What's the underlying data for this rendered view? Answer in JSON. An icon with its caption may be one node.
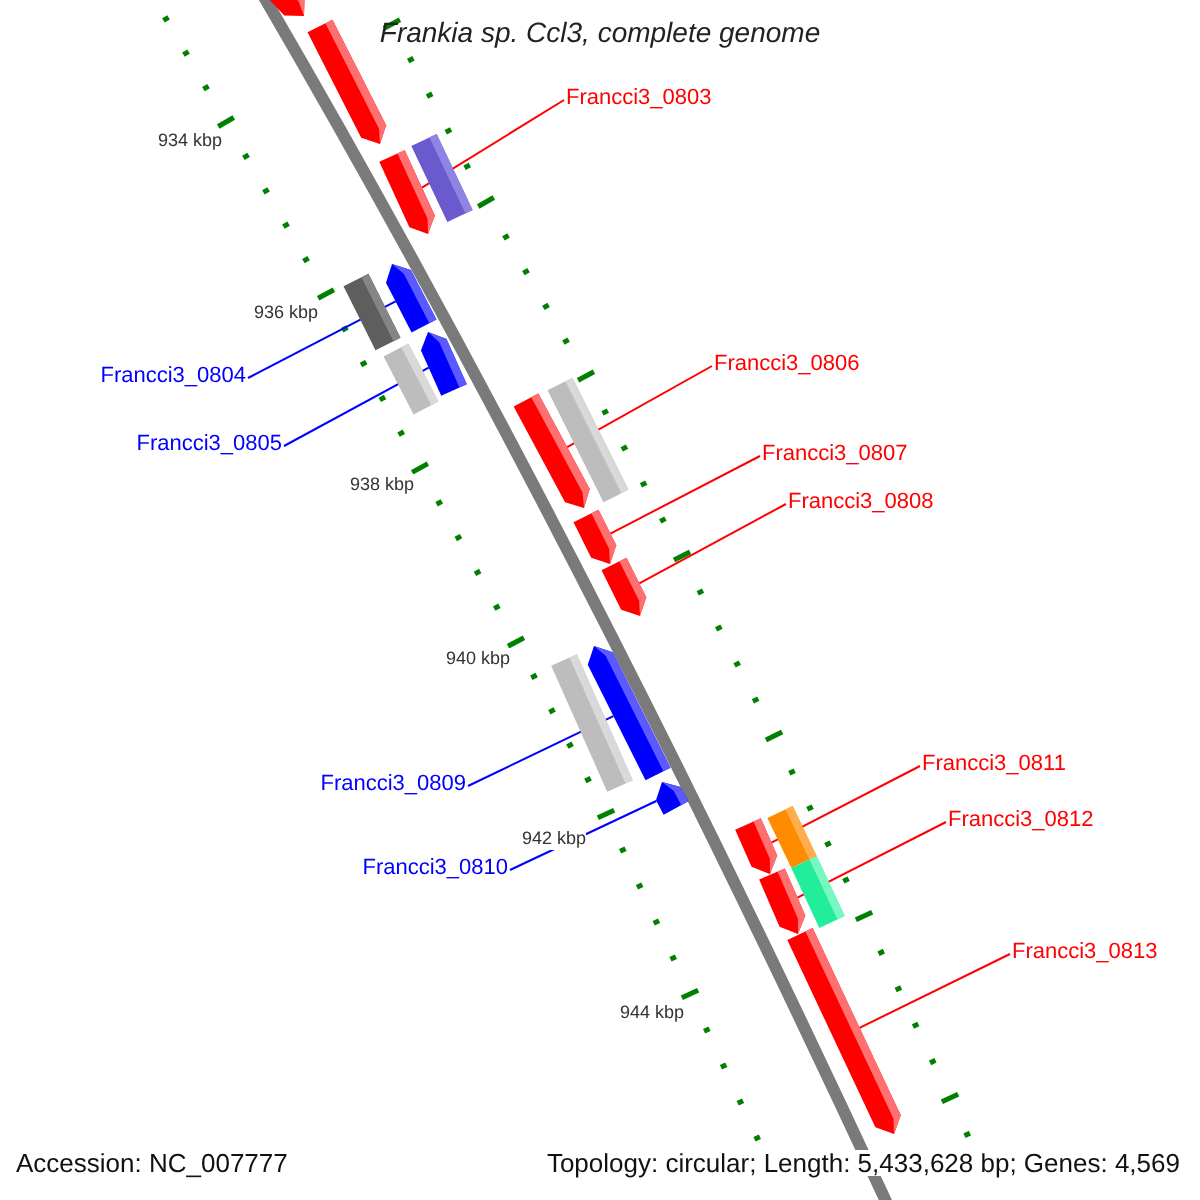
{
  "diagram": {
    "title": "Frankia sp. Ccl3, complete genome",
    "nodes": [
      {
        "text": [
          "Francci3_0803"
        ]
      },
      {
        "text": [
          "Francci3_0804"
        ]
      },
      {
        "text": [
          "Francci3_0805"
        ]
      },
      {
        "text": [
          "Francci3_0806"
        ]
      },
      {
        "text": [
          "Francci3_0807"
        ]
      },
      {
        "text": [
          "Francci3_0808"
        ]
      },
      {
        "text": [
          "Francci3_0809"
        ]
      },
      {
        "text": [
          "Francci3_0810"
        ]
      },
      {
        "text": [
          "Francci3_0811"
        ]
      },
      {
        "text": [
          "Francci3_0812"
        ]
      },
      {
        "text": [
          "Francci3_0813"
        ]
      },
      {
        "text": [],
        "shape": "bar"
      },
      {
        "text": [],
        "shape": "bar"
      },
      {
        "text": [],
        "shape": "bar"
      },
      {
        "text": [],
        "shape": "bar"
      },
      {
        "text": [],
        "shape": "bar"
      },
      {
        "text": [],
        "shape": "bar"
      },
      {
        "text": [],
        "shape": "bar"
      },
      {
        "text": [],
        "shape": "bar"
      },
      {
        "text": [],
        "shape": "bar"
      },
      {
        "text": [],
        "shape": "bar"
      },
      {
        "text": [],
        "shape": "bar"
      },
      {
        "text": [],
        "shape": "bar"
      },
      {
        "text": [],
        "shape": "bar"
      },
      {
        "text": [],
        "shape": "bar"
      },
      {
        "text": [],
        "shape": "bar"
      },
      {
        "text": [],
        "shape": "bar"
      },
      {
        "text": [],
        "shape": "bar"
      },
      {
        "text": [],
        "shape": "bar"
      },
      {
        "text": [],
        "shape": "bar"
      },
      {
        "text": [],
        "shape": "bar"
      }
    ],
    "edges": [
      {
        "from": 0,
        "to": 11,
        "arrow": "none"
      },
      {
        "from": 1,
        "to": 12,
        "arrow": "none",
        "color": "#0000ff"
      },
      {
        "from": 2,
        "to": 13,
        "arrow": "none",
        "color": "#0000ff"
      },
      {
        "from": 3,
        "to": 14,
        "arrow": "none"
      },
      {
        "from": 4,
        "to": 15,
        "arrow": "none"
      },
      {
        "from": 5,
        "to": 16,
        "arrow": "none"
      },
      {
        "from": 6,
        "to": 17,
        "arrow": "none",
        "color": "#0000ff"
      },
      {
        "from": 7,
        "to": 18,
        "arrow": "none",
        "color": "#0000ff"
      },
      {
        "from": 8,
        "to": 19,
        "arrow": "none"
      },
      {
        "from": 9,
        "to": 20,
        "arrow": "none"
      },
      {
        "from": 10,
        "to": 21,
        "arrow": "none"
      }
    ],
    "labels": [
      "934 kbp",
      "936 kbp",
      "938 kbp",
      "940 kbp",
      "942 kbp",
      "944 kbp",
      "Accession: NC_007777",
      "Topology: circular; Length: 5,433,628 bp; Genes: 4,569"
    ]
  }
}
